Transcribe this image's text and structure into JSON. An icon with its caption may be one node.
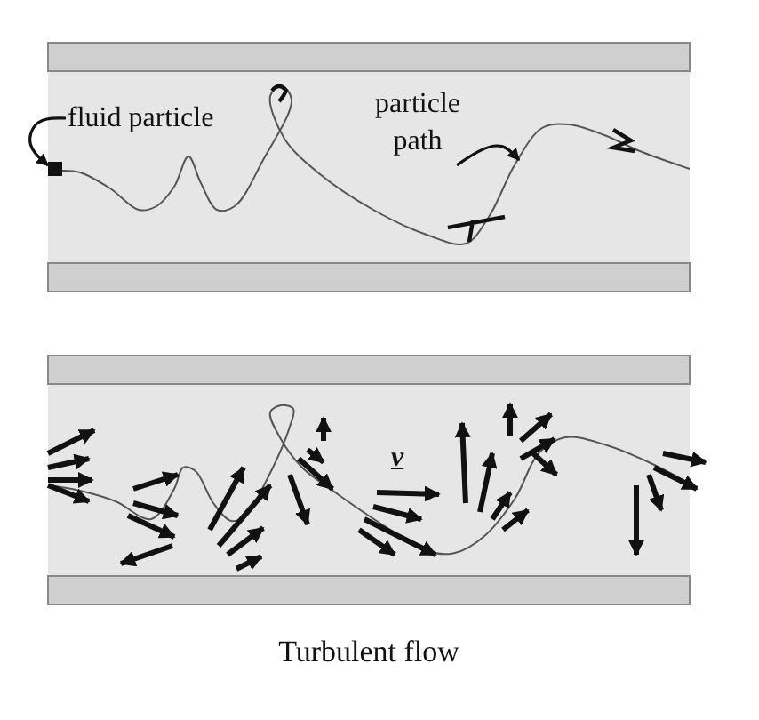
{
  "diagram": {
    "caption": "Turbulent flow",
    "nodes": [
      {
        "text": [
          "fluid particle"
        ]
      },
      {
        "text": [],
        "shape": "box"
      },
      {
        "text": [
          "particle path"
        ]
      }
    ],
    "edges": [
      {
        "from": 0,
        "to": 1,
        "arrow": "to"
      },
      {
        "from": 2,
        "to": null,
        "arrow": "to"
      }
    ],
    "labels": [
      "v"
    ]
  }
}
